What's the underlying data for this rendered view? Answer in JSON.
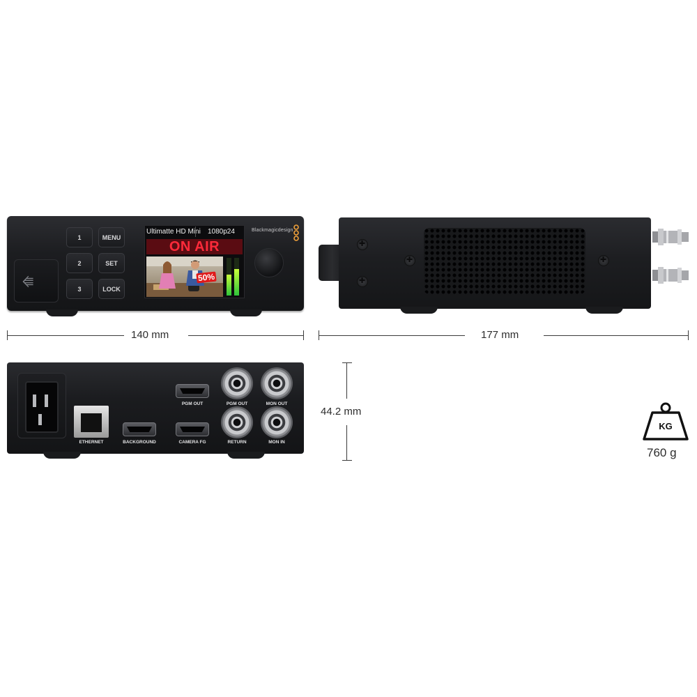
{
  "front_panel": {
    "buttons": [
      "1",
      "MENU",
      "2",
      "SET",
      "3",
      "LOCK"
    ],
    "lcd": {
      "title": "Ultimatte HD Mini",
      "format": "1080p24",
      "banner": "ON AIR",
      "badge": "50%",
      "audio_levels": [
        0.55,
        0.7
      ]
    },
    "brand": "Blackmagicdesign",
    "usb_icon": "usb-icon"
  },
  "back_panel": {
    "ports": {
      "ethernet": "ETHERNET",
      "background": "BACKGROUND",
      "pgm_out_hdmi": "PGM OUT",
      "camera_fg": "CAMERA FG",
      "pgm_out_sdi": "PGM OUT",
      "mon_out": "MON OUT",
      "return": "RETURN",
      "mon_in": "MON IN"
    }
  },
  "dimensions": {
    "width": "140 mm",
    "depth": "177 mm",
    "height": "44.2 mm"
  },
  "weight": {
    "icon_label": "KG",
    "value": "760 g"
  },
  "colors": {
    "chassis": "#1c1d20",
    "on_air_red": "#ff2a3a",
    "meter_green": "#2ec43a",
    "brand_orange": "#f0a13a"
  }
}
